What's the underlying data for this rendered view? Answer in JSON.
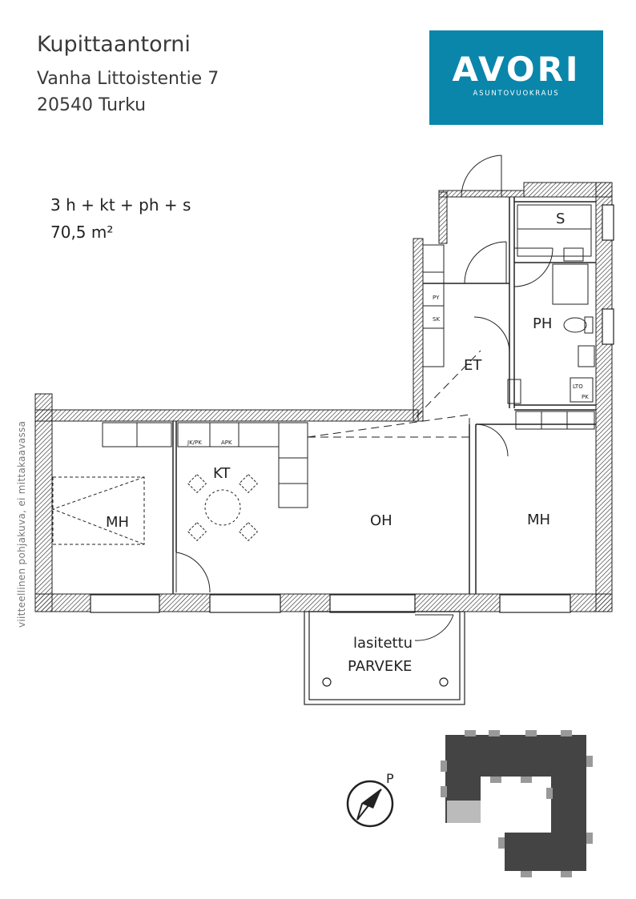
{
  "header": {
    "title": "Kupittaantorni",
    "address_line1": "Vanha Littoistentie 7",
    "address_line2": "20540 Turku"
  },
  "logo": {
    "word": "AVORI",
    "subtitle": "ASUNTOVUOKRAUS",
    "color": "#0a86ab"
  },
  "apartment": {
    "rooms": "3 h + kt + ph + s",
    "area": "70,5 m²"
  },
  "side_note": "viitteellinen pohjakuva, ei mittakaavassa",
  "room_labels": {
    "sauna": "S",
    "bathroom": "PH",
    "entrance": "ET",
    "kitchen": "KT",
    "bedroom_left": "MH",
    "living": "OH",
    "bedroom_right": "MH",
    "balcony_line1": "lasitettu",
    "balcony_line2": "PARVEKE"
  },
  "fixture_labels": {
    "py": "PY",
    "sk": "SK",
    "jk_pk": "JK/PK",
    "apk": "APK",
    "lto": "LTO",
    "pk": "PK"
  },
  "compass": {
    "north_label": "P"
  }
}
